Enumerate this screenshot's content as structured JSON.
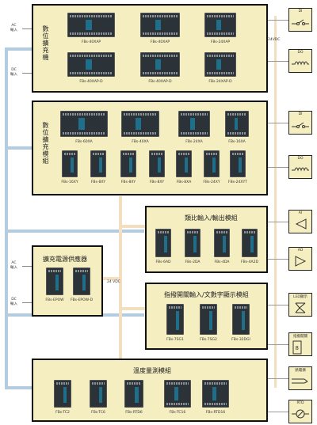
{
  "colors": {
    "panel": "#f5eec0",
    "bus": "#b4cce0",
    "power": "#f1dfc0",
    "module": "#2b3238"
  },
  "boxes": {
    "digital_expansion_unit": "數位擴充機",
    "digital_expansion_module": "數位擴充模組",
    "analog_io_module": "類比輸入/輸出模組",
    "thumbwheel_display_module": "指撥開關輸入/文數字顯示模組",
    "power_supply": "擴充電源供應器",
    "temperature_module": "溫度量測模組"
  },
  "side_labels": {
    "ac_input_top": [
      "AC",
      "輸入"
    ],
    "dc_input_top": [
      "DC",
      "輸入"
    ],
    "ac_input_ps": [
      "AC",
      "輸入"
    ],
    "dc_input_ps": [
      "DC",
      "輸入"
    ],
    "vdc_24_top": "24VDC",
    "vdc_24_ps": "24 VDC"
  },
  "unit_models": [
    "FBs-40XAP",
    "FBs-40XAP",
    "FBs-24XAP",
    "FBs-40XAP-D",
    "FBs-40XAP-D",
    "FBs-24XAP-D"
  ],
  "module_row1": [
    "FBs-60XA",
    "FBs-40XA",
    "FBs-24XA",
    "FBs-16XA"
  ],
  "module_row2": [
    "FBs-16XY",
    "FBs-8XY",
    "FBs-8XY",
    "FBs-8XY",
    "FBs-8XA",
    "FBs-24XY",
    "FBs-24XYT"
  ],
  "analog_models": [
    "FBs-6AD",
    "FBs-2DA",
    "FBs-4DA",
    "FBs-4A2D"
  ],
  "thumb_models": [
    "FBs-7SG1",
    "FBs-7SG2",
    "FBs-32DGI"
  ],
  "ps_models": [
    "FBs-EPOW",
    "FBs-EPOW-D"
  ],
  "temp_models": [
    "FBs-TC2",
    "FBs-TC6",
    "FBs-RTD6",
    "FBs-TC16",
    "FBs-RTD16"
  ],
  "right_icons": [
    {
      "label": "DI",
      "icon": "switch-icon"
    },
    {
      "label": "DO",
      "icon": "coil-icon"
    },
    {
      "label": "DI",
      "icon": "switch-icon"
    },
    {
      "label": "DO",
      "icon": "coil-icon"
    },
    {
      "label": "AI",
      "icon": "triangle-in-icon"
    },
    {
      "label": "AO",
      "icon": "triangle-out-icon"
    },
    {
      "label": "LED顯示",
      "icon": "led-segment-icon"
    },
    {
      "label": "指撥開關",
      "icon": "thumbwheel-icon"
    },
    {
      "label": "熱電偶",
      "icon": "thermocouple-icon"
    },
    {
      "label": "RTD",
      "icon": "rtd-icon"
    }
  ]
}
